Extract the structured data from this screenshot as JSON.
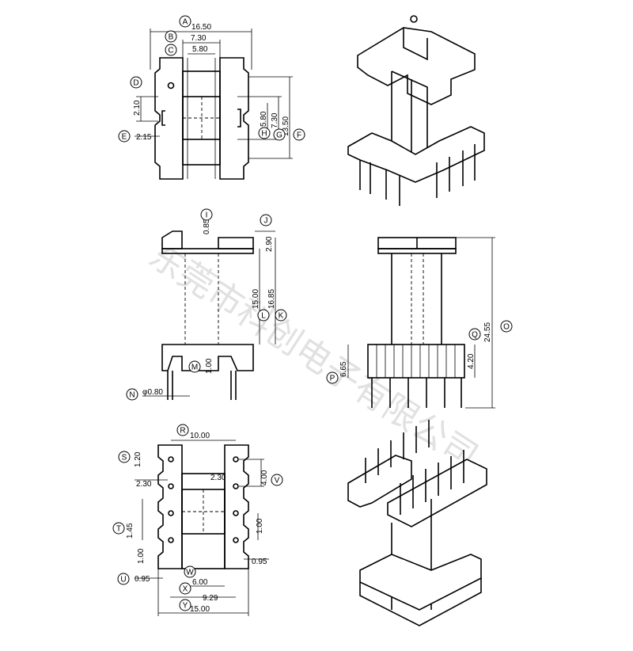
{
  "watermark": "东莞市科创电子有限公司",
  "views": {
    "top": {
      "dims": {
        "A": "16.50",
        "B": "7.30",
        "C": "5.80",
        "D": "2.10",
        "E": "2.15",
        "F": "13.50",
        "G": "7.30",
        "H": "5.80"
      }
    },
    "side": {
      "dims": {
        "I": "0.85",
        "J": "2.90",
        "K": "16.85",
        "L": "15.00",
        "M": "1.00",
        "N": "φ0.80"
      }
    },
    "front": {
      "dims": {
        "O": "24.55",
        "P": "6.65",
        "Q": "4.20"
      }
    },
    "bottom": {
      "dims": {
        "R": "10.00",
        "S": "1.20",
        "S2": "2.30",
        "T": "1.45",
        "T2": "1.00",
        "U": "0.95",
        "V": "4.00",
        "V2": "2.30",
        "V3": "1.00",
        "V4": "0.95",
        "W": "6.00",
        "X": "9.29",
        "Y": "15.00"
      }
    }
  },
  "callouts": [
    "A",
    "B",
    "C",
    "D",
    "E",
    "F",
    "G",
    "H",
    "I",
    "J",
    "K",
    "L",
    "M",
    "N",
    "O",
    "P",
    "Q",
    "R",
    "S",
    "T",
    "U",
    "V",
    "W",
    "X",
    "Y"
  ]
}
